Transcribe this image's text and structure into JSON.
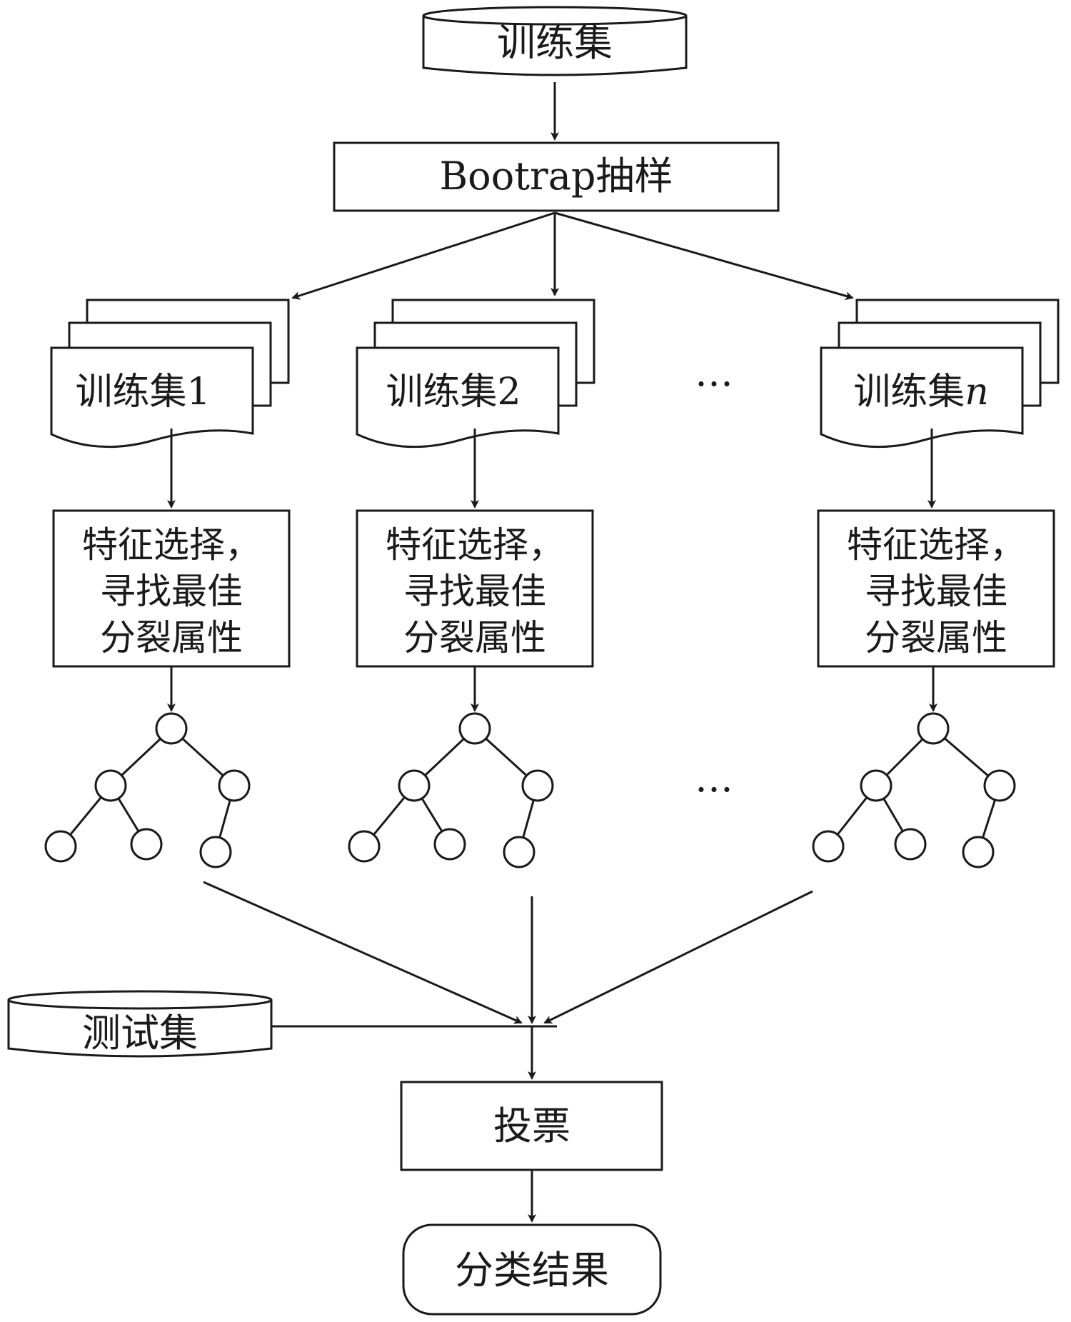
{
  "top_db": {
    "label": "训练集"
  },
  "bootstrap": {
    "label": "Bootrap抽样"
  },
  "subsets": [
    {
      "prefix": "训练集",
      "suffix": "1",
      "italic": false
    },
    {
      "prefix": "训练集",
      "suffix": "2",
      "italic": false
    },
    {
      "prefix": "训练集",
      "suffix": "n",
      "italic": true
    }
  ],
  "ellipsis": "…",
  "feature_box": {
    "lines": [
      "特征选择，",
      "寻找最佳",
      "分裂属性"
    ]
  },
  "test_db": {
    "label": "测试集"
  },
  "vote": {
    "label": "投票"
  },
  "result": {
    "label": "分类结果"
  },
  "colors": {
    "line": "#1a1a1a",
    "fill": "#ffffff"
  }
}
